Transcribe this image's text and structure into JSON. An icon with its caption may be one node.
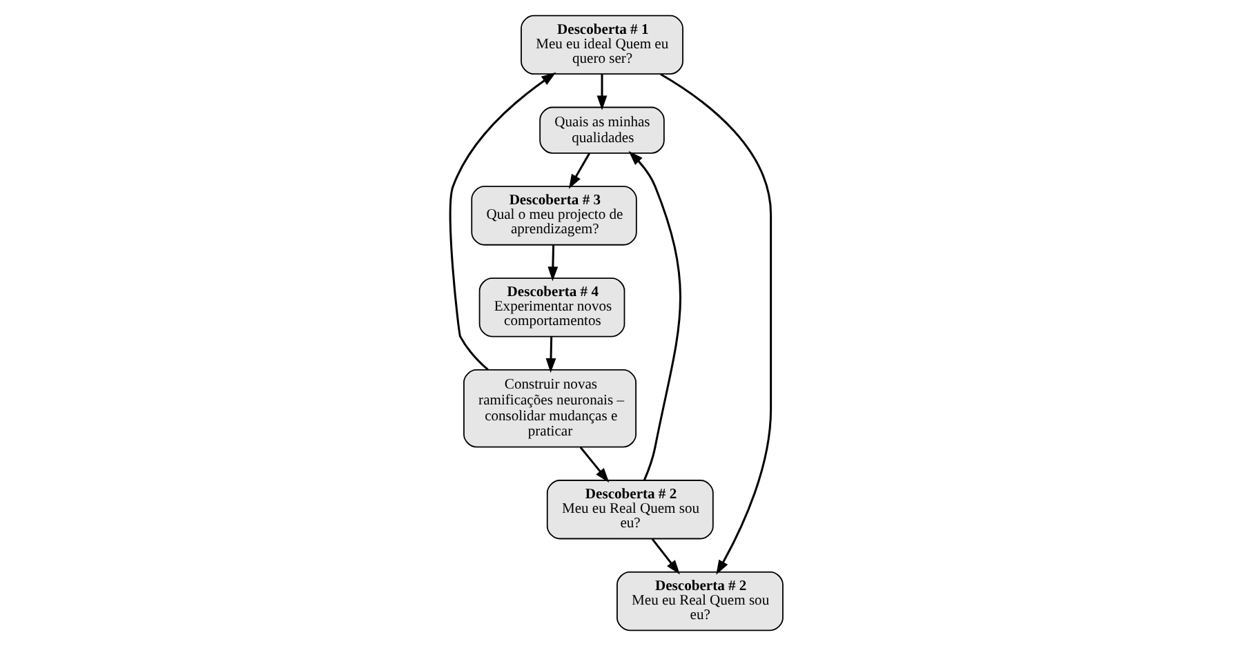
{
  "diagram": {
    "nodes": [
      {
        "text": [
          "Descoberta # 1",
          "Meu eu ideal Quem eu quero ser?"
        ]
      },
      {
        "text": [
          "Descoberta # 2",
          "Meu eu Real Quem sou eu?"
        ]
      },
      {
        "text": [
          "Quais as minhas qualidades"
        ]
      },
      {
        "text": [
          "Descoberta # 2",
          "Meu eu Real Quem sou eu?"
        ]
      },
      {
        "text": [
          "Descoberta # 3",
          "Qual o meu projecto de aprendizagem?"
        ]
      },
      {
        "text": [
          "Descoberta # 4",
          "Experimentar novos comportamentos"
        ]
      },
      {
        "text": [
          "Construir novas ramificações neuronais – consolidar mudanças e praticar"
        ]
      }
    ],
    "edges": [
      {
        "from": 6,
        "to": 1,
        "arrow": "to"
      },
      {
        "from": 0,
        "to": 3,
        "arrow": "to"
      },
      {
        "from": 0,
        "to": 2,
        "arrow": "to"
      },
      {
        "from": 1,
        "to": 3,
        "arrow": "to"
      },
      {
        "from": 1,
        "to": 2,
        "arrow": "to"
      },
      {
        "from": 2,
        "to": 4,
        "arrow": "to"
      },
      {
        "from": 4,
        "to": 5,
        "arrow": "to"
      },
      {
        "from": 5,
        "to": 6,
        "arrow": "to"
      },
      {
        "from": 6,
        "to": 0,
        "arrow": "to"
      }
    ]
  }
}
